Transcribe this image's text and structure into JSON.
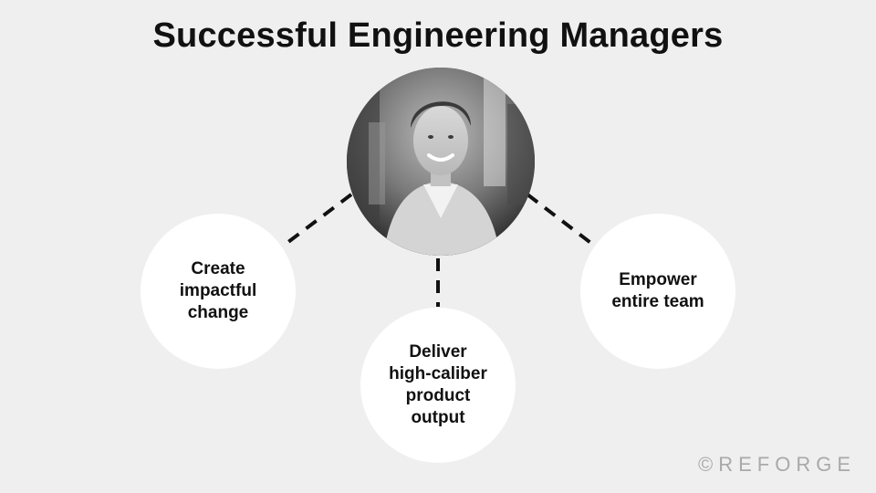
{
  "slide": {
    "title": "Successful Engineering Managers"
  },
  "hub": {
    "image": "portrait-photo"
  },
  "nodes": [
    {
      "label": "Create\nimpactful\nchange"
    },
    {
      "label": "Deliver\nhigh-caliber\nproduct\noutput"
    },
    {
      "label": "Empower\nentire team"
    }
  ],
  "brand": {
    "text": "©REFORGE"
  },
  "colors": {
    "background": "#efefef",
    "node_fill": "#ffffff",
    "text": "#111111",
    "connector": "#111111",
    "brand": "#a9a9a9"
  }
}
